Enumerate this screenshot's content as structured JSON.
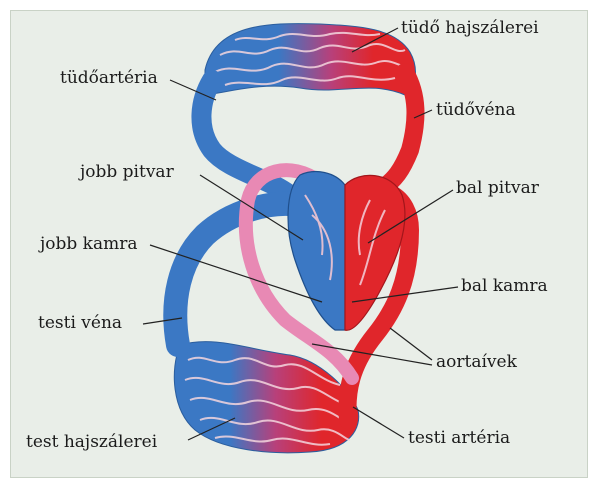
{
  "colors": {
    "background": "#e9eee8",
    "oxygenated": "#e0262b",
    "deoxygenated": "#3b78c4",
    "aorta_highlight": "#e889b4",
    "leader_line": "#222222"
  },
  "labels": {
    "tudo_hajszalerei": "tüdő hajszálerei",
    "tudoarteria": "tüdőartéria",
    "tudovena": "tüdővéna",
    "jobb_pitvar": "jobb pitvar",
    "bal_pitvar": "bal pitvar",
    "jobb_kamra": "jobb kamra",
    "bal_kamra": "bal kamra",
    "testi_vena": "testi véna",
    "aortaivek": "aortaívek",
    "test_hajszalerei": "test hajszálerei",
    "testi_arteria": "testi artéria"
  }
}
